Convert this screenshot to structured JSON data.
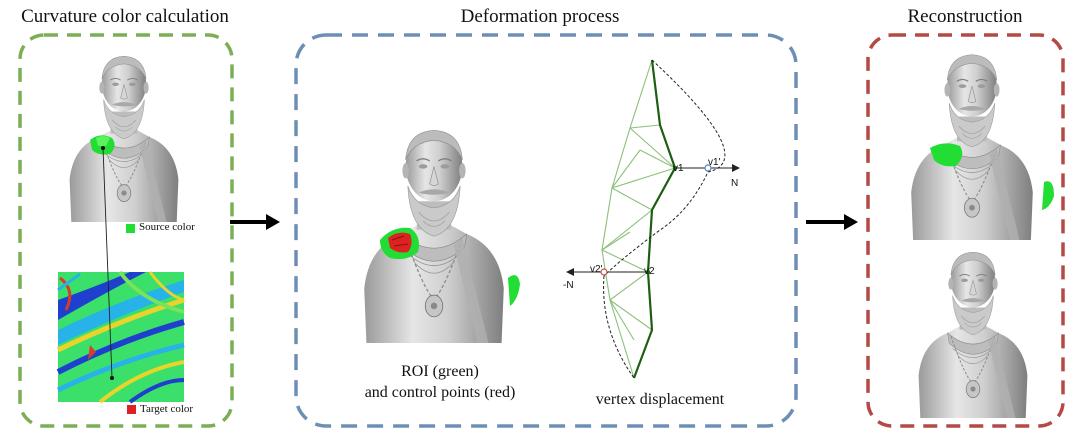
{
  "titles": {
    "curvature": "Curvature color calculation",
    "deformation": "Deformation process",
    "reconstruction": "Reconstruction"
  },
  "legend": {
    "source": "Source color",
    "target": "Target color"
  },
  "captions": {
    "roi_line1": "ROI (green)",
    "roi_line2": "and control points (red)",
    "vertex": "vertex displacement"
  },
  "vertex_labels": {
    "v1": "v1",
    "v1p": "v1'",
    "v2": "v2",
    "v2p": "v2'",
    "n": "N",
    "neg_n": "-N"
  },
  "colors": {
    "green_box": "#7cae55",
    "blue_box": "#6d8fb5",
    "red_box": "#b34a45",
    "roi_green": "#22dd33",
    "control_red": "#dd2222",
    "mesh_green_light": "#8cc07a",
    "mesh_green_dark": "#1e5e12"
  }
}
